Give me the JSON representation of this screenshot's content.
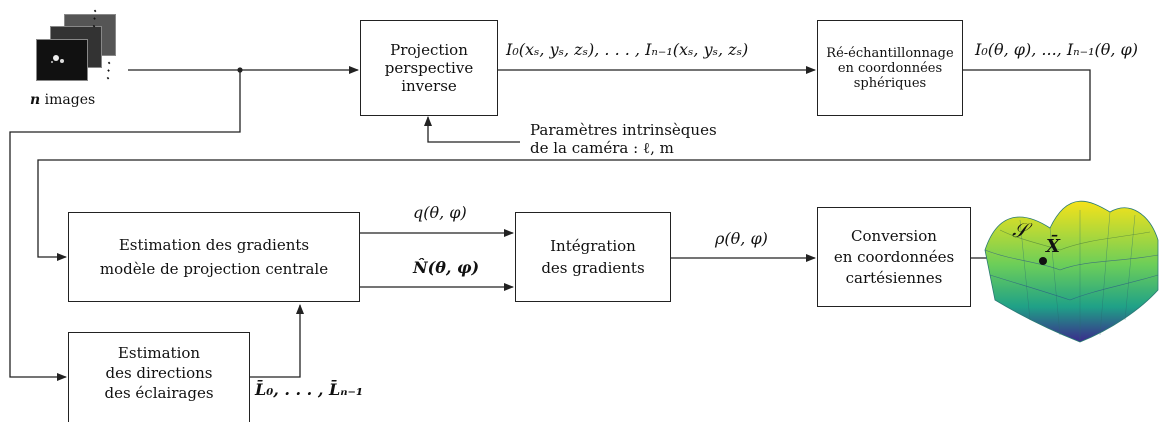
{
  "input": {
    "n": "n",
    "images_label": "images"
  },
  "blocks": {
    "projection": [
      "Projection",
      "perspective",
      "inverse"
    ],
    "resample": [
      "Ré-échantillonnage",
      "en coordonnées",
      "sphériques"
    ],
    "gradients": [
      "Estimation des gradients",
      "modèle de projection centrale"
    ],
    "integration": [
      "Intégration",
      "des gradients"
    ],
    "conversion": [
      "Conversion",
      "en coordonnées",
      "cartésiennes"
    ],
    "lights": [
      "Estimation",
      "des directions",
      "des éclairages"
    ]
  },
  "labels": {
    "intensities_cart": "I₀(xₛ, yₛ, zₛ), . . . , Iₙ₋₁(xₛ, yₛ, zₛ)",
    "intensities_sph": "I₀(θ, φ), ..., Iₙ₋₁(θ, φ)",
    "camera_params_line1": "Paramètres intrinsèques",
    "camera_params_line2": "de la caméra :  ℓ, m",
    "q": "q(θ, φ)",
    "N": "N̂(θ, φ)",
    "rho": "ρ(θ, φ)",
    "L": "L̄₀, . . . , L̄ₙ₋₁",
    "S": "𝒮",
    "X": "X̄"
  },
  "colors": {
    "line": "#222222",
    "surface_low": "#3b2a8c",
    "surface_mid": "#1fa187",
    "surface_high": "#f5e21a"
  }
}
